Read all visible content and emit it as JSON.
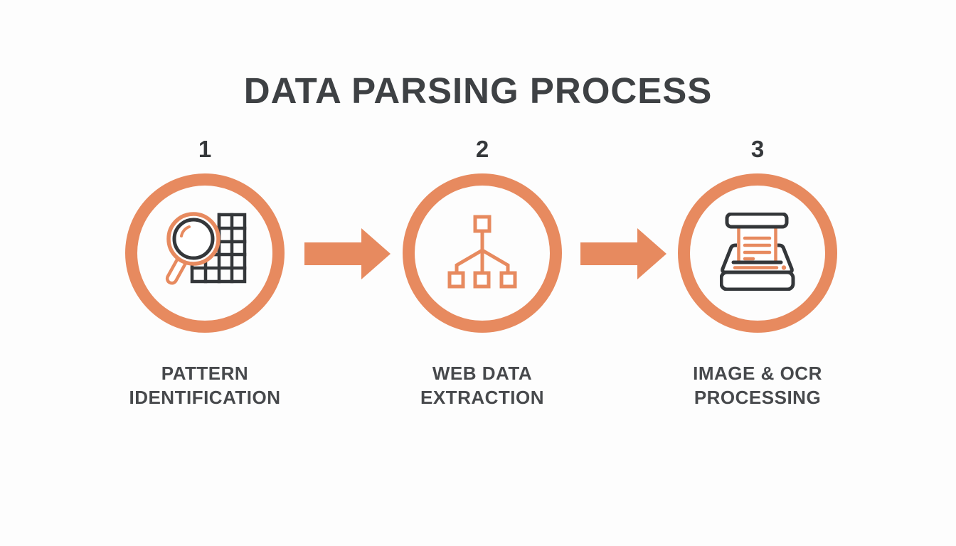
{
  "title": "DATA PARSING PROCESS",
  "steps": [
    {
      "number": "1",
      "label_line1": "PATTERN",
      "label_line2": "IDENTIFICATION",
      "icon": "magnifier-grid-icon"
    },
    {
      "number": "2",
      "label_line1": "WEB DATA",
      "label_line2": "EXTRACTION",
      "icon": "tree-structure-icon"
    },
    {
      "number": "3",
      "label_line1": "IMAGE & OCR",
      "label_line2": "PROCESSING",
      "icon": "scanner-ocr-icon"
    }
  ],
  "colors": {
    "accent": "#E78A5F",
    "icon_ink": "#34373A",
    "title_text": "#3E4144",
    "label_text": "#47494C",
    "background": "#FDFDFD"
  }
}
